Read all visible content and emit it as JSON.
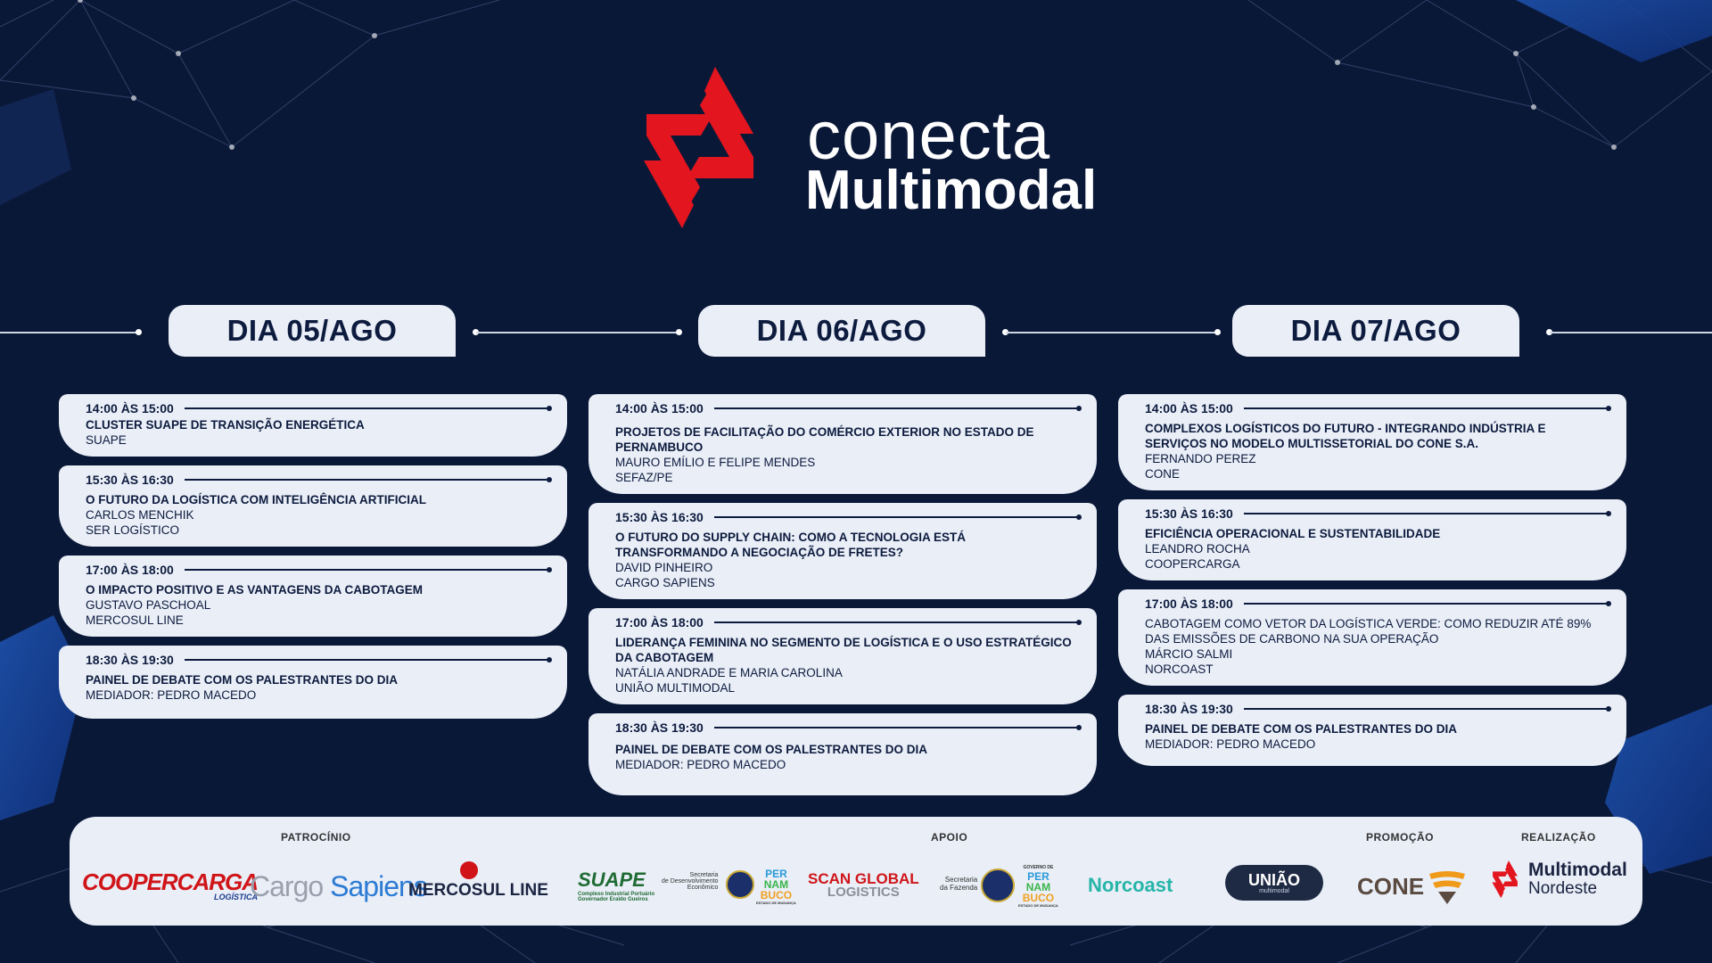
{
  "logo": {
    "line1": "conecta",
    "line2": "Multimodal"
  },
  "days": [
    {
      "label": "DIA 05/AGO",
      "sessions": [
        {
          "time": "14:00 ÀS 15:00",
          "title": "CLUSTER SUAPE DE TRANSIÇÃO ENERGÉTICA",
          "lines": [
            "SUAPE"
          ]
        },
        {
          "time": "15:30 ÀS 16:30",
          "title": "O FUTURO DA LOGÍSTICA COM INTELIGÊNCIA ARTIFICIAL",
          "lines": [
            "CARLOS MENCHIK",
            "SER LOGÍSTICO"
          ]
        },
        {
          "time": "17:00 ÀS 18:00",
          "title": "O IMPACTO POSITIVO E AS VANTAGENS DA CABOTAGEM",
          "lines": [
            "GUSTAVO PASCHOAL",
            "MERCOSUL LINE"
          ]
        },
        {
          "time": "18:30 ÀS 19:30",
          "title": "PAINEL DE DEBATE COM OS PALESTRANTES DO DIA",
          "lines": [
            "MEDIADOR: PEDRO MACEDO"
          ]
        }
      ]
    },
    {
      "label": "DIA 06/AGO",
      "sessions": [
        {
          "time": "14:00 ÀS 15:00",
          "title": "PROJETOS DE FACILITAÇÃO DO COMÉRCIO EXTERIOR NO ESTADO DE PERNAMBUCO",
          "lines": [
            "MAURO EMÍLIO E FELIPE MENDES",
            "SEFAZ/PE"
          ]
        },
        {
          "time": "15:30 ÀS 16:30",
          "title": "O FUTURO DO SUPPLY CHAIN: COMO A TECNOLOGIA ESTÁ TRANSFORMANDO A NEGOCIAÇÃO DE FRETES?",
          "lines": [
            "DAVID PINHEIRO",
            "CARGO SAPIENS"
          ]
        },
        {
          "time": "17:00 ÀS 18:00",
          "title": "LIDERANÇA FEMININA NO SEGMENTO DE LOGÍSTICA E O USO ESTRATÉGICO DA CABOTAGEM",
          "lines": [
            "NATÁLIA ANDRADE E MARIA CAROLINA",
            "UNIÃO MULTIMODAL"
          ]
        },
        {
          "time": "18:30 ÀS 19:30",
          "title": "PAINEL DE DEBATE COM OS PALESTRANTES DO DIA",
          "lines": [
            "MEDIADOR: PEDRO MACEDO"
          ]
        }
      ]
    },
    {
      "label": "DIA 07/AGO",
      "sessions": [
        {
          "time": "14:00 ÀS 15:00",
          "title": "COMPLEXOS LOGÍSTICOS DO FUTURO - INTEGRANDO INDÚSTRIA E SERVIÇOS NO MODELO MULTISSETORIAL DO CONE S.A.",
          "lines": [
            "FERNANDO PEREZ",
            "CONE"
          ]
        },
        {
          "time": "15:30 ÀS 16:30",
          "title": "EFICIÊNCIA OPERACIONAL E SUSTENTABILIDADE",
          "lines": [
            "LEANDRO ROCHA",
            "COOPERCARGA"
          ]
        },
        {
          "time": "17:00 ÀS 18:00",
          "title": "",
          "lines": [
            "CABOTAGEM COMO VETOR DA LOGÍSTICA VERDE: COMO REDUZIR ATÉ 89% DAS EMISSÕES DE CARBONO NA SUA OPERAÇÃO",
            "MÁRCIO SALMI",
            "NORCOAST"
          ]
        },
        {
          "time": "18:30 ÀS 19:30",
          "title": "PAINEL DE DEBATE COM OS PALESTRANTES DO DIA",
          "lines": [
            "MEDIADOR: PEDRO MACEDO"
          ]
        }
      ]
    }
  ],
  "sponsors": {
    "labels": {
      "patrocinio": "PATROCÍNIO",
      "apoio": "APOIO",
      "promocao": "PROMOÇÃO",
      "realizacao": "REALIZAÇÃO"
    },
    "coopercarga": {
      "name": "COOPERCARGA",
      "sub": "LOGÍSTICA"
    },
    "cargo_sapiens": {
      "part1": "Cargo",
      "part2": "Sapiens"
    },
    "mercosul": {
      "name": "MERCOSUL LINE"
    },
    "suape": {
      "name": "SUAPE",
      "sub1": "Complexo Industrial Portuário",
      "sub2": "Governador Eraldo Gueiros"
    },
    "sec_dev": {
      "line1": "Secretaria",
      "line2": "de Desenvolvimento",
      "line3": "Econômico"
    },
    "pe_gov_1": {
      "line1": "PER",
      "line2": "NAM",
      "line3": "BUCO",
      "sub": "ESTADO DE MUDANÇA"
    },
    "scan": {
      "line1": "SCAN GLOBAL",
      "line2": "LOGISTICS"
    },
    "sec_faz": {
      "line1": "Secretaria",
      "line2": "da Fazenda"
    },
    "pe_gov_2": {
      "top": "GOVERNO DE",
      "line1": "PER",
      "line2": "NAM",
      "line3": "BUCO",
      "sub": "ESTADO DE MUDANÇA"
    },
    "norcoast": {
      "name": "Norcoast"
    },
    "uniao": {
      "name": "UNIÃO",
      "sub": "multimodal"
    },
    "cone": {
      "name": "CONE"
    },
    "multimodal_nordeste": {
      "line1": "Multimodal",
      "line2": "Nordeste"
    }
  },
  "colors": {
    "background": "#0a1838",
    "card": "#e9eef7",
    "text": "#0d1b3e",
    "brand_red": "#e3151e"
  }
}
